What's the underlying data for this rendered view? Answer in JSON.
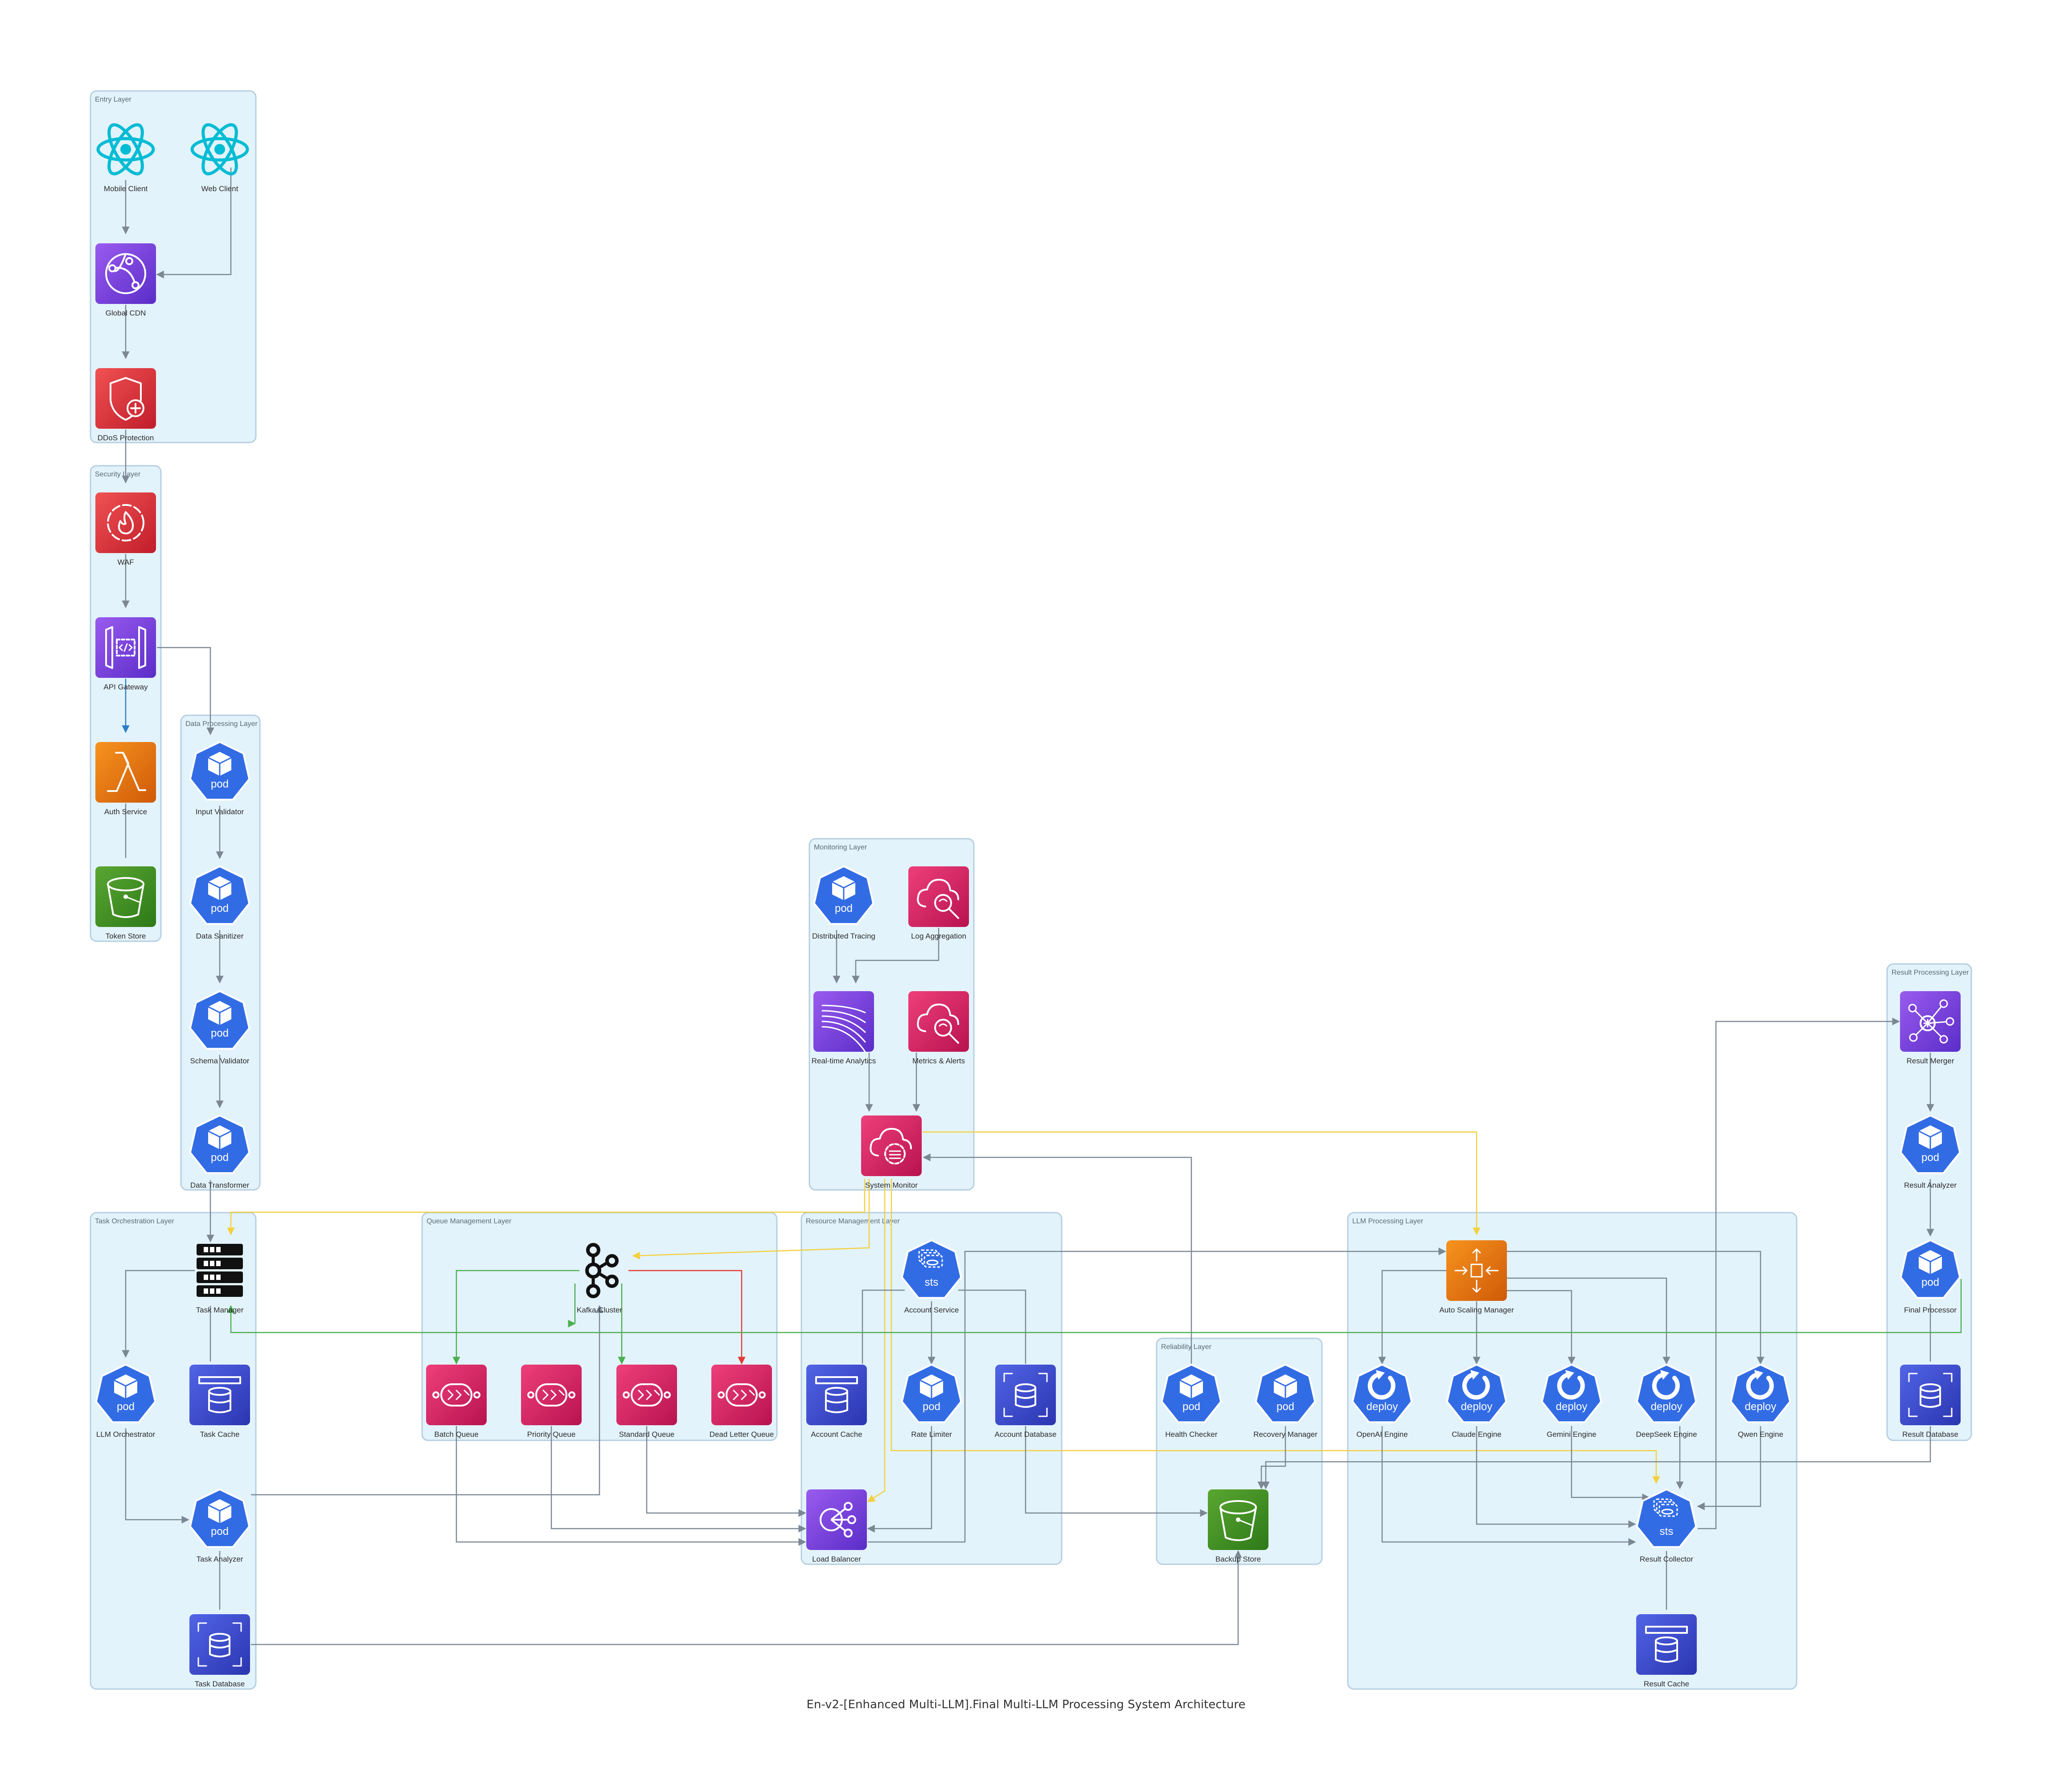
{
  "title": "En-v2-[Enhanced Multi-LLM].Final Multi-LLM Processing System Architecture",
  "colors": {
    "cluster_fill": "#e3f3fb",
    "cluster_border": "#b7cfe0",
    "edge": "#7b8894",
    "edge_yellow": "#f4d03f",
    "edge_green": "#4caf50",
    "edge_red": "#e53935",
    "edge_blue": "#2a7fc6"
  },
  "clusters": [
    {
      "id": "entry",
      "label": "Entry Layer"
    },
    {
      "id": "security",
      "label": "Security Layer"
    },
    {
      "id": "data",
      "label": "Data Processing Layer"
    },
    {
      "id": "monitoring",
      "label": "Monitoring Layer"
    },
    {
      "id": "result",
      "label": "Result Processing Layer"
    },
    {
      "id": "task",
      "label": "Task Orchestration Layer"
    },
    {
      "id": "queue",
      "label": "Queue Management Layer"
    },
    {
      "id": "resource",
      "label": "Resource Management Layer"
    },
    {
      "id": "reliability",
      "label": "Reliability Layer"
    },
    {
      "id": "llm",
      "label": "LLM Processing Layer"
    }
  ],
  "nodes": [
    {
      "id": "mobile",
      "label": "Mobile Client",
      "kind": "react-icon"
    },
    {
      "id": "web",
      "label": "Web Client",
      "kind": "react-icon"
    },
    {
      "id": "cdn",
      "label": "Global CDN",
      "kind": "cdn-icon"
    },
    {
      "id": "ddos",
      "label": "DDoS Protection",
      "kind": "shield-icon"
    },
    {
      "id": "waf",
      "label": "WAF",
      "kind": "firewall-icon"
    },
    {
      "id": "apigw",
      "label": "API Gateway",
      "kind": "api-gateway-icon"
    },
    {
      "id": "auth",
      "label": "Auth Service",
      "kind": "lambda-icon"
    },
    {
      "id": "token",
      "label": "Token Store",
      "kind": "bucket-icon"
    },
    {
      "id": "inval",
      "label": "Input Validator",
      "kind": "pod-icon"
    },
    {
      "id": "sanit",
      "label": "Data Sanitizer",
      "kind": "pod-icon"
    },
    {
      "id": "schema",
      "label": "Schema Validator",
      "kind": "pod-icon"
    },
    {
      "id": "transf",
      "label": "Data Transformer",
      "kind": "pod-icon"
    },
    {
      "id": "tracing",
      "label": "Distributed Tracing",
      "kind": "pod-icon"
    },
    {
      "id": "logagg",
      "label": "Log Aggregation",
      "kind": "cloud-search-icon"
    },
    {
      "id": "rta",
      "label": "Real-time Analytics",
      "kind": "kinesis-icon"
    },
    {
      "id": "metrics",
      "label": "Metrics & Alerts",
      "kind": "cloud-search-icon"
    },
    {
      "id": "sysmon",
      "label": "System Monitor",
      "kind": "cloud-gear-icon"
    },
    {
      "id": "rmerge",
      "label": "Result Merger",
      "kind": "network-hub-icon"
    },
    {
      "id": "ranal",
      "label": "Result Analyzer",
      "kind": "pod-icon"
    },
    {
      "id": "fproc",
      "label": "Final Processor",
      "kind": "pod-icon"
    },
    {
      "id": "rdb",
      "label": "Result Database",
      "kind": "database-icon"
    },
    {
      "id": "taskmgr",
      "label": "Task Manager",
      "kind": "server-rack-icon"
    },
    {
      "id": "llmorch",
      "label": "LLM Orchestrator",
      "kind": "pod-icon"
    },
    {
      "id": "taskcache",
      "label": "Task Cache",
      "kind": "cache-icon"
    },
    {
      "id": "taskanal",
      "label": "Task Analyzer",
      "kind": "pod-icon"
    },
    {
      "id": "taskdb",
      "label": "Task Database",
      "kind": "database-icon"
    },
    {
      "id": "kafka",
      "label": "Kafka Cluster",
      "kind": "kafka-icon"
    },
    {
      "id": "batchq",
      "label": "Batch Queue",
      "kind": "queue-icon"
    },
    {
      "id": "prioq",
      "label": "Priority Queue",
      "kind": "queue-icon"
    },
    {
      "id": "stdq",
      "label": "Standard Queue",
      "kind": "queue-icon"
    },
    {
      "id": "dlq",
      "label": "Dead Letter Queue",
      "kind": "queue-icon"
    },
    {
      "id": "acctsvc",
      "label": "Account Service",
      "kind": "sts-icon"
    },
    {
      "id": "acctcache",
      "label": "Account Cache",
      "kind": "cache-icon"
    },
    {
      "id": "ratelim",
      "label": "Rate Limiter",
      "kind": "pod-icon"
    },
    {
      "id": "acctdb",
      "label": "Account Database",
      "kind": "database-icon"
    },
    {
      "id": "lb",
      "label": "Load Balancer",
      "kind": "load-balancer-icon"
    },
    {
      "id": "health",
      "label": "Health Checker",
      "kind": "pod-icon"
    },
    {
      "id": "recovery",
      "label": "Recovery Manager",
      "kind": "pod-icon"
    },
    {
      "id": "backup",
      "label": "Backup Store",
      "kind": "bucket-icon"
    },
    {
      "id": "autoscale",
      "label": "Auto Scaling Manager",
      "kind": "autoscaling-icon"
    },
    {
      "id": "openai",
      "label": "OpenAI Engine",
      "kind": "deploy-icon"
    },
    {
      "id": "claude",
      "label": "Claude Engine",
      "kind": "deploy-icon"
    },
    {
      "id": "gemini",
      "label": "Gemini Engine",
      "kind": "deploy-icon"
    },
    {
      "id": "deepseek",
      "label": "DeepSeek Engine",
      "kind": "deploy-icon"
    },
    {
      "id": "qwen",
      "label": "Qwen Engine",
      "kind": "deploy-icon"
    },
    {
      "id": "rcoll",
      "label": "Result Collector",
      "kind": "sts-icon"
    },
    {
      "id": "rcache",
      "label": "Result Cache",
      "kind": "cache-icon"
    }
  ],
  "edges": [
    {
      "from": "mobile",
      "to": "cdn",
      "color": "gray"
    },
    {
      "from": "web",
      "to": "cdn",
      "color": "gray"
    },
    {
      "from": "cdn",
      "to": "ddos",
      "color": "gray"
    },
    {
      "from": "ddos",
      "to": "waf",
      "color": "gray"
    },
    {
      "from": "waf",
      "to": "apigw",
      "color": "gray"
    },
    {
      "from": "apigw",
      "to": "auth",
      "color": "blue"
    },
    {
      "from": "auth",
      "to": "token",
      "color": "gray",
      "arrow": false
    },
    {
      "from": "apigw",
      "to": "inval",
      "color": "gray"
    },
    {
      "from": "inval",
      "to": "sanit",
      "color": "gray"
    },
    {
      "from": "sanit",
      "to": "schema",
      "color": "gray"
    },
    {
      "from": "schema",
      "to": "transf",
      "color": "gray"
    },
    {
      "from": "transf",
      "to": "taskmgr",
      "color": "gray"
    },
    {
      "from": "tracing",
      "to": "rta",
      "color": "gray"
    },
    {
      "from": "logagg",
      "to": "rta",
      "color": "gray"
    },
    {
      "from": "rta",
      "to": "sysmon",
      "color": "gray"
    },
    {
      "from": "metrics",
      "to": "sysmon",
      "color": "gray"
    },
    {
      "from": "sysmon",
      "to": "taskmgr",
      "color": "yellow"
    },
    {
      "from": "sysmon",
      "to": "kafka",
      "color": "yellow"
    },
    {
      "from": "sysmon",
      "to": "lb",
      "color": "yellow"
    },
    {
      "from": "sysmon",
      "to": "autoscale",
      "color": "yellow"
    },
    {
      "from": "sysmon",
      "to": "rcoll",
      "color": "yellow"
    },
    {
      "from": "health",
      "to": "sysmon",
      "color": "gray"
    },
    {
      "from": "taskmgr",
      "to": "llmorch",
      "color": "gray"
    },
    {
      "from": "taskmgr",
      "to": "taskcache",
      "color": "gray",
      "arrow": false
    },
    {
      "from": "llmorch",
      "to": "taskanal",
      "color": "gray"
    },
    {
      "from": "taskanal",
      "to": "taskdb",
      "color": "gray",
      "arrow": false
    },
    {
      "from": "taskanal",
      "to": "kafka",
      "color": "gray"
    },
    {
      "from": "taskdb",
      "to": "backup",
      "color": "gray"
    },
    {
      "from": "kafka",
      "to": "batchq",
      "color": "green"
    },
    {
      "from": "kafka",
      "to": "prioq",
      "color": "green"
    },
    {
      "from": "kafka",
      "to": "stdq",
      "color": "green"
    },
    {
      "from": "kafka",
      "to": "dlq",
      "color": "red"
    },
    {
      "from": "batchq",
      "to": "lb",
      "color": "gray"
    },
    {
      "from": "prioq",
      "to": "lb",
      "color": "gray"
    },
    {
      "from": "stdq",
      "to": "lb",
      "color": "gray"
    },
    {
      "from": "acctsvc",
      "to": "acctcache",
      "color": "gray",
      "arrow": false
    },
    {
      "from": "acctsvc",
      "to": "ratelim",
      "color": "gray"
    },
    {
      "from": "acctsvc",
      "to": "acctdb",
      "color": "gray",
      "arrow": false
    },
    {
      "from": "ratelim",
      "to": "lb",
      "color": "gray"
    },
    {
      "from": "acctdb",
      "to": "backup",
      "color": "gray"
    },
    {
      "from": "lb",
      "to": "autoscale",
      "color": "gray"
    },
    {
      "from": "recovery",
      "to": "backup",
      "color": "gray"
    },
    {
      "from": "rdb",
      "to": "backup",
      "color": "gray"
    },
    {
      "from": "autoscale",
      "to": "openai",
      "color": "gray"
    },
    {
      "from": "autoscale",
      "to": "claude",
      "color": "gray"
    },
    {
      "from": "autoscale",
      "to": "gemini",
      "color": "gray"
    },
    {
      "from": "autoscale",
      "to": "deepseek",
      "color": "gray"
    },
    {
      "from": "autoscale",
      "to": "qwen",
      "color": "gray"
    },
    {
      "from": "openai",
      "to": "rcoll",
      "color": "gray"
    },
    {
      "from": "claude",
      "to": "rcoll",
      "color": "gray"
    },
    {
      "from": "gemini",
      "to": "rcoll",
      "color": "gray"
    },
    {
      "from": "deepseek",
      "to": "rcoll",
      "color": "gray"
    },
    {
      "from": "qwen",
      "to": "rcoll",
      "color": "gray"
    },
    {
      "from": "rcoll",
      "to": "rcache",
      "color": "gray",
      "arrow": false
    },
    {
      "from": "rcoll",
      "to": "rmerge",
      "color": "gray"
    },
    {
      "from": "rmerge",
      "to": "ranal",
      "color": "gray"
    },
    {
      "from": "ranal",
      "to": "fproc",
      "color": "gray"
    },
    {
      "from": "fproc",
      "to": "rdb",
      "color": "gray",
      "arrow": false
    },
    {
      "from": "fproc",
      "to": "taskmgr",
      "color": "green"
    }
  ]
}
